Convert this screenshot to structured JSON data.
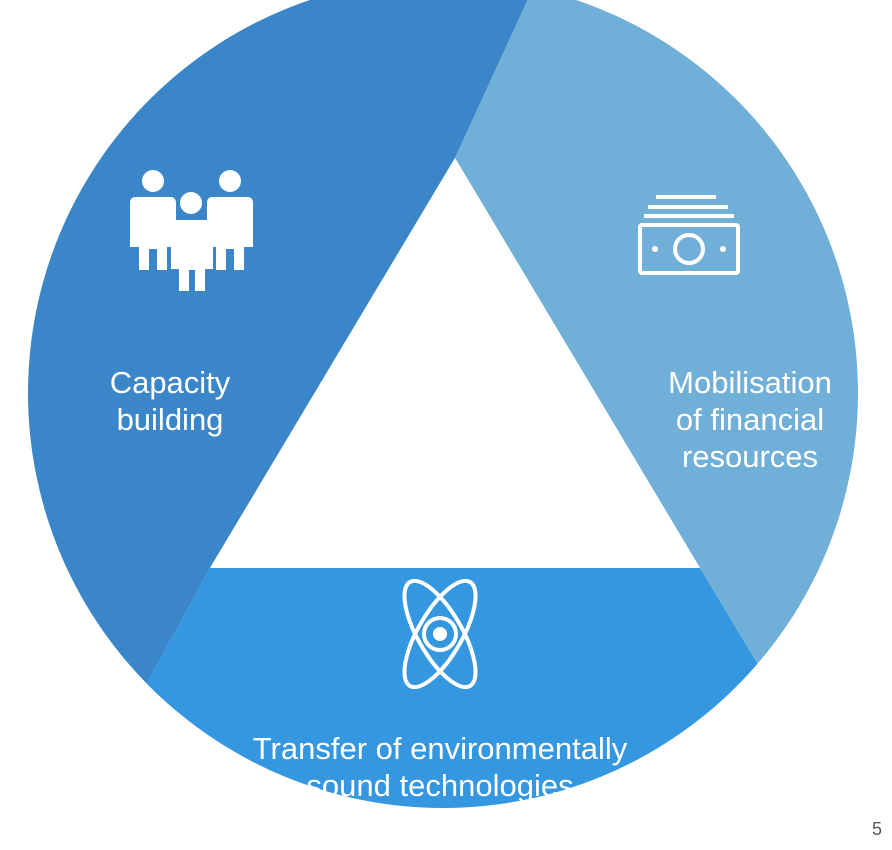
{
  "segments": {
    "capacity": {
      "label_line1": "Capacity",
      "label_line2": "building",
      "icon": "people-icon",
      "color": "#3a86c8"
    },
    "finance": {
      "label_line1": "Mobilisation",
      "label_line2": "of financial",
      "label_line3": "resources",
      "icon": "money-icon",
      "color": "#70b0d8"
    },
    "technology": {
      "label_line1": "Transfer of environmentally",
      "label_line2": "sound technologies",
      "icon": "atom-icon",
      "color": "#3597e0"
    }
  },
  "page_number": "5"
}
